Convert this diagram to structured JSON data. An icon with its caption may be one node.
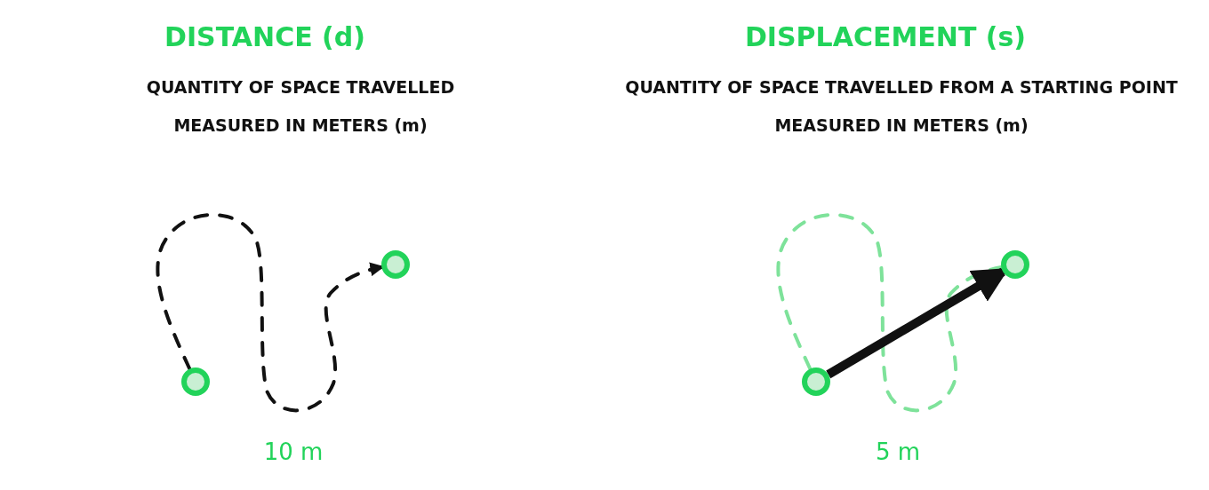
{
  "diagram": {
    "nodes": [
      {
        "text": [],
        "shape": "circle"
      },
      {
        "text": [],
        "shape": "circle"
      },
      {
        "text": [],
        "shape": "circle"
      },
      {
        "text": [],
        "shape": "circle"
      }
    ],
    "edges": [
      {
        "from": 0,
        "to": 1,
        "arrow": "to",
        "style": "dashed"
      },
      {
        "from": 2,
        "to": 3,
        "arrow": "none",
        "style": "dashed",
        "color": "#7ee29a"
      },
      {
        "from": 2,
        "to": 3,
        "arrow": "to",
        "style": "thick"
      }
    ],
    "labels": [
      "DISTANCE (d)",
      "QUANTITY OF SPACE TRAVELLED",
      "MEASURED IN METERS (m)",
      "10 m",
      "DISPLACEMENT (s)",
      "QUANTITY OF SPACE TRAVELLED FROM A STARTING POINT",
      "MEASURED IN METERS (m)",
      "5 m"
    ]
  }
}
